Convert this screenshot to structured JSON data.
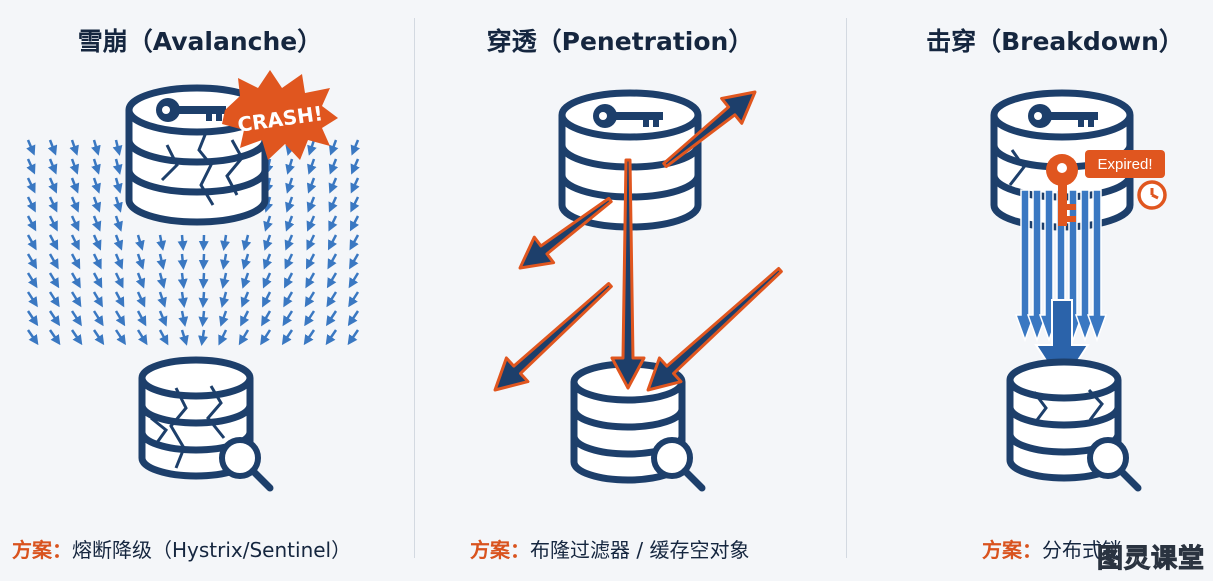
{
  "columns": [
    {
      "title": "雪崩（Avalanche）",
      "solution_label": "方案：",
      "solution_text": "熔断降级（Hystrix/Sentinel）",
      "badge": "CRASH!"
    },
    {
      "title": "穿透（Penetration）",
      "solution_label": "方案：",
      "solution_text": "布隆过滤器 / 缓存空对象"
    },
    {
      "title": "击穿（Breakdown）",
      "solution_label": "方案：",
      "solution_text": "分布式锁",
      "badge": "Expired!"
    }
  ],
  "watermark": "图灵课堂",
  "colors": {
    "navy": "#1d3f6b",
    "orange": "#e0561f",
    "blue": "#3a78c2",
    "text": "#15263f"
  },
  "icons": [
    "key-icon",
    "magnifier-icon",
    "database-icon",
    "clock-icon",
    "arrow-icon"
  ]
}
